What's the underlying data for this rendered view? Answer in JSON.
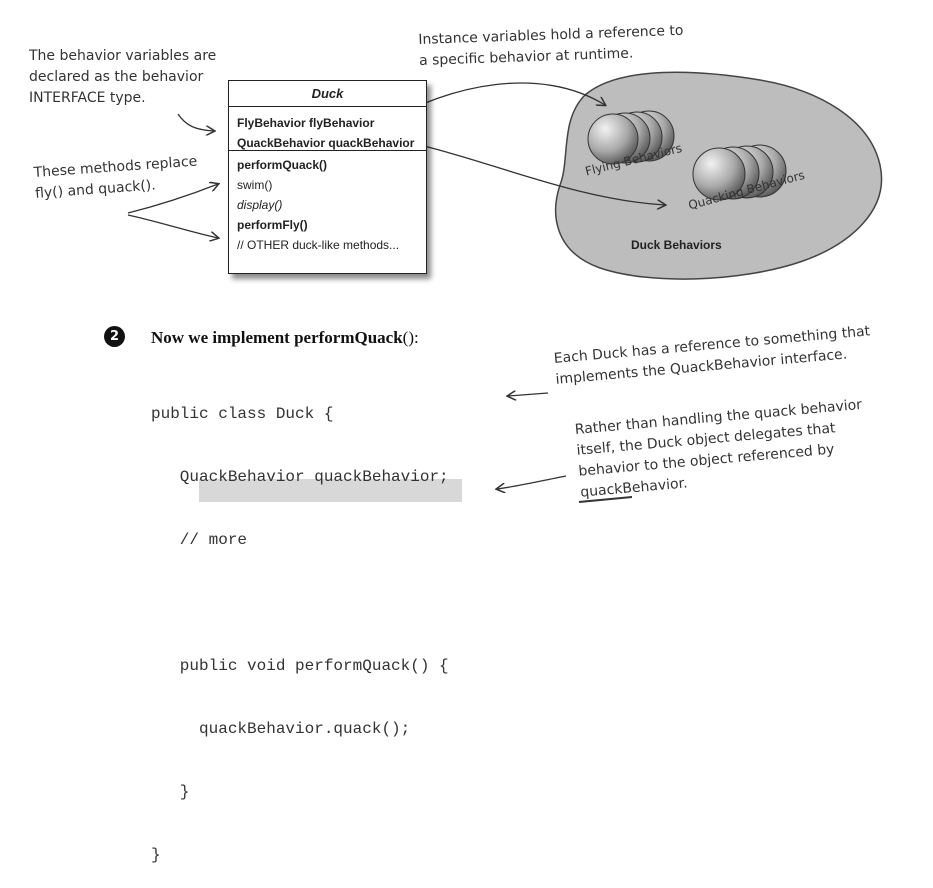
{
  "annotations": {
    "behavior_vars_lines": [
      "The behavior variables are",
      "declared as the behavior",
      "INTERFACE type."
    ],
    "methods_replace_lines": [
      "These methods replace",
      "fly() and quack()."
    ],
    "instance_vars_lines": [
      "Instance variables hold a reference to",
      "a specific behavior at runtime."
    ],
    "each_duck_lines": [
      "Each Duck has a reference to something that",
      "implements the QuackBehavior interface."
    ],
    "rather_than_lines": [
      "Rather than handling the quack behavior",
      "itself, the Duck object delegates that",
      "to the object referenced by",
      "quackBehavior."
    ],
    "rather_than_underlined_word": "behavior"
  },
  "uml": {
    "class_name": "Duck",
    "fields": [
      "FlyBehavior  flyBehavior",
      "QuackBehavior  quackBehavior"
    ],
    "methods": [
      {
        "text": "performQuack()",
        "style": "bold"
      },
      {
        "text": "swim()",
        "style": "normal"
      },
      {
        "text": "display()",
        "style": "italic"
      },
      {
        "text": "performFly()",
        "style": "bold"
      },
      {
        "text": "// OTHER duck-like methods...",
        "style": "normal"
      }
    ]
  },
  "blob": {
    "flying_label": "Flying Behaviors",
    "quacking_label": "Quacking Behaviors",
    "title": "Duck Behaviors"
  },
  "step": {
    "number": "2",
    "heading_prefix": "Now we implement ",
    "heading_bold": "performQuack",
    "heading_suffix": "():"
  },
  "code_lines": [
    "public class Duck {",
    "   QuackBehavior quackBehavior;",
    "   // more",
    "",
    "   public void performQuack() {",
    "     quackBehavior.quack();",
    "   }",
    "}"
  ],
  "colors": {
    "highlight": "#d8d8d8",
    "blob_fill": "#bdbdbd",
    "ink": "#222222"
  }
}
